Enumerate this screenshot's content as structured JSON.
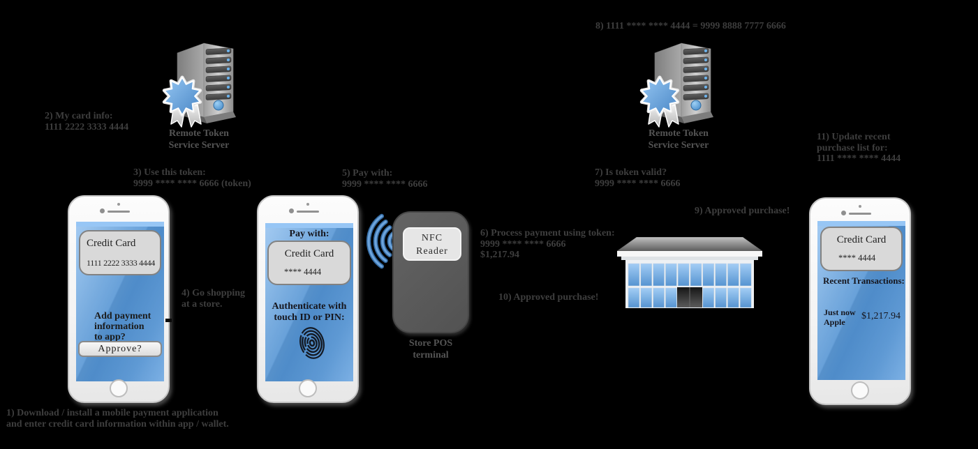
{
  "colors": {
    "background": "#000000",
    "annotation_text": "#3e3e3e",
    "caption_text": "#545454",
    "screen_blue": "#5b9ad6",
    "screen_blue_light": "#97c6f5",
    "card_gray": "#d9d9d9",
    "terminal_gray": "#5a5a5a",
    "badge_blue": "#66a3dd",
    "window_blue": "#79b4e8"
  },
  "annotations": {
    "step1": [
      "1) Download /  install a mobile  payment application",
      "and enter credit card information within app / wallet."
    ],
    "step2": [
      "2) My card info:",
      "1111 2222 3333 4444"
    ],
    "step3": [
      "3) Use this token:",
      "9999 **** **** 6666 (token)"
    ],
    "step4": [
      "4) Go shopping",
      "at a store."
    ],
    "step5": [
      "5) Pay with:",
      "9999 **** **** 6666"
    ],
    "step6": [
      "6) Process payment using token:",
      "9999 **** **** 6666",
      "$1,217.94"
    ],
    "step7": [
      "7) Is token valid?",
      "9999 **** **** 6666"
    ],
    "step8": [
      "8) 1111 **** **** 4444 = 9999 8888 7777 6666"
    ],
    "step9": [
      "9) Approved purchase!"
    ],
    "step10": [
      "10) Approved purchase!"
    ],
    "step11": [
      "11) Update recent",
      "purchase list for:",
      "1111 **** **** 4444"
    ]
  },
  "server_left": {
    "caption": [
      "Remote Token",
      "Service Server"
    ]
  },
  "server_right": {
    "caption": [
      "Remote Token",
      "Service Server"
    ]
  },
  "phone_left": {
    "card_title": "Credit Card",
    "card_number": "1111 2222 3333 4444",
    "prompt": [
      "Add payment",
      "information",
      "to app?"
    ],
    "approve_button": "Approve?"
  },
  "phone_middle": {
    "header": "Pay with:",
    "card_title": "Credit Card",
    "card_number": "**** 4444",
    "auth": [
      "Authenticate with",
      "touch ID or PIN:"
    ]
  },
  "phone_right": {
    "card_title": "Credit Card",
    "card_number": "**** 4444",
    "section_title": "Recent Transactions:",
    "transaction": {
      "time": "Just now",
      "merchant": "Apple",
      "amount": "$1,217.94"
    }
  },
  "pos_terminal": {
    "panel": [
      "NFC",
      "Reader"
    ],
    "caption": [
      "Store POS",
      "terminal"
    ]
  }
}
